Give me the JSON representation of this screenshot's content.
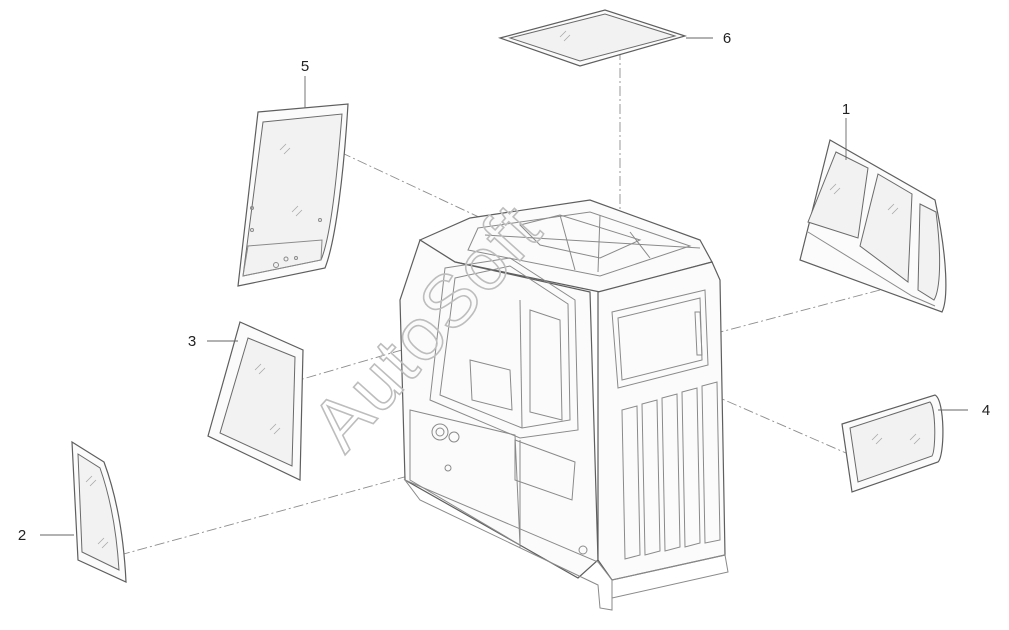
{
  "title": "",
  "watermark": "AutoSoft",
  "callouts": {
    "c1": "1",
    "c2": "2",
    "c3": "3",
    "c4": "4",
    "c5": "5",
    "c6": "6"
  },
  "parts": [
    {
      "id": "1",
      "name": "right-side-window-glass"
    },
    {
      "id": "2",
      "name": "lower-left-door-glass"
    },
    {
      "id": "3",
      "name": "upper-left-door-glass"
    },
    {
      "id": "4",
      "name": "rear-window-glass"
    },
    {
      "id": "5",
      "name": "front-windshield-glass"
    },
    {
      "id": "6",
      "name": "roof-glass"
    }
  ],
  "colors": {
    "line": "#5e5e5e",
    "watermark": "#bdbdbd",
    "background": "#ffffff"
  }
}
